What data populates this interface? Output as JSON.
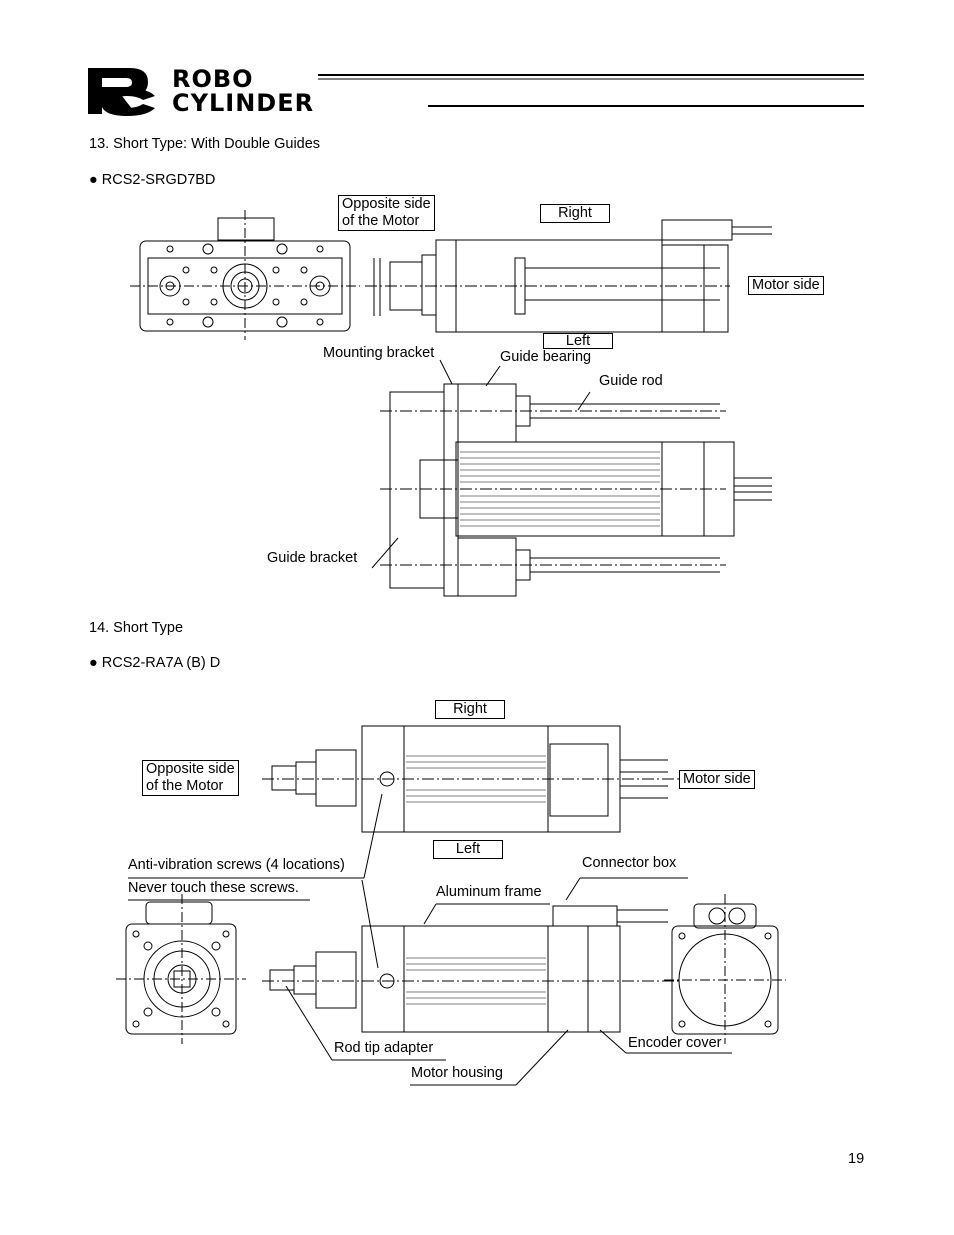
{
  "header": {
    "logo_top_word": "ROBO",
    "logo_bottom_word": "CYLINDER",
    "logo_monogram": "RC"
  },
  "sections": [
    {
      "heading": "13.  Short Type: With Double Guides",
      "model": "RCS2-SRGD7BD",
      "labels": {
        "opposite_side": "Opposite side\nof the Motor",
        "right": "Right",
        "motor_side": "Motor side",
        "left": "Left",
        "mounting_bracket": "Mounting bracket",
        "guide_bearing": "Guide bearing",
        "guide_rod": "Guide rod",
        "guide_bracket": "Guide bracket"
      }
    },
    {
      "heading": "14.  Short Type",
      "model": "RCS2-RA7A (B) D",
      "labels": {
        "right": "Right",
        "opposite_side": "Opposite side\nof the Motor",
        "motor_side": "Motor side",
        "left": "Left",
        "anti_vibration": "Anti-vibration screws (4 locations)",
        "never_touch": "Never touch these screws.",
        "connector_box": "Connector box",
        "aluminum_frame": "Aluminum frame",
        "rod_tip_adapter": "Rod tip adapter",
        "encoder_cover": "Encoder cover",
        "motor_housing": "Motor housing"
      }
    }
  ],
  "page_number": "19"
}
